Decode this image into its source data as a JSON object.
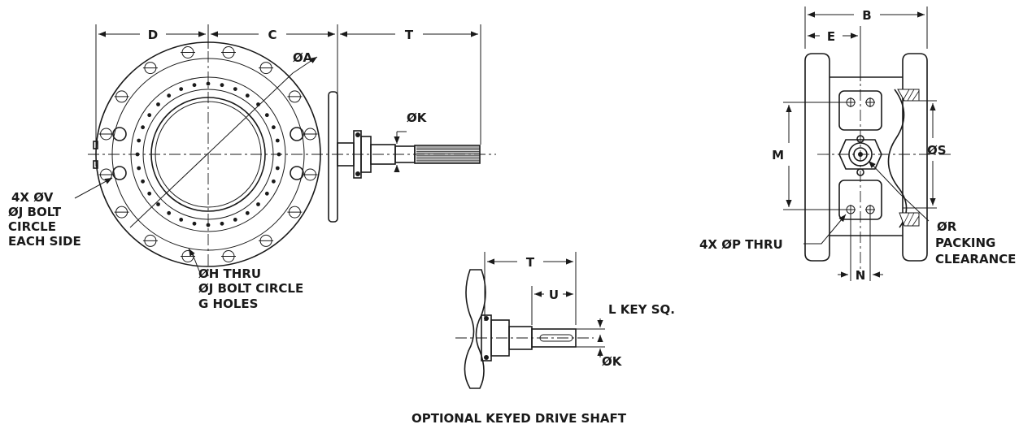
{
  "labels": {
    "dim_d": "D",
    "dim_c": "C",
    "dim_t": "T",
    "dim_a": "ØA",
    "dim_k": "ØK",
    "note_v_1": "4X ØV",
    "note_v_2": "ØJ BOLT",
    "note_v_3": "CIRCLE",
    "note_v_4": "EACH SIDE",
    "note_h_1": "ØH THRU",
    "note_h_2": "ØJ BOLT CIRCLE",
    "note_h_3": "G HOLES",
    "dim_b": "B",
    "dim_e": "E",
    "dim_m": "M",
    "dim_s": "ØS",
    "dim_n": "N",
    "note_p": "4X ØP THRU",
    "note_r_1": "ØR",
    "note_r_2": "PACKING",
    "note_r_3": "CLEARANCE",
    "key_t": "T",
    "key_u": "U",
    "key_l": "L KEY SQ.",
    "key_k": "ØK",
    "caption": "OPTIONAL KEYED DRIVE SHAFT"
  }
}
